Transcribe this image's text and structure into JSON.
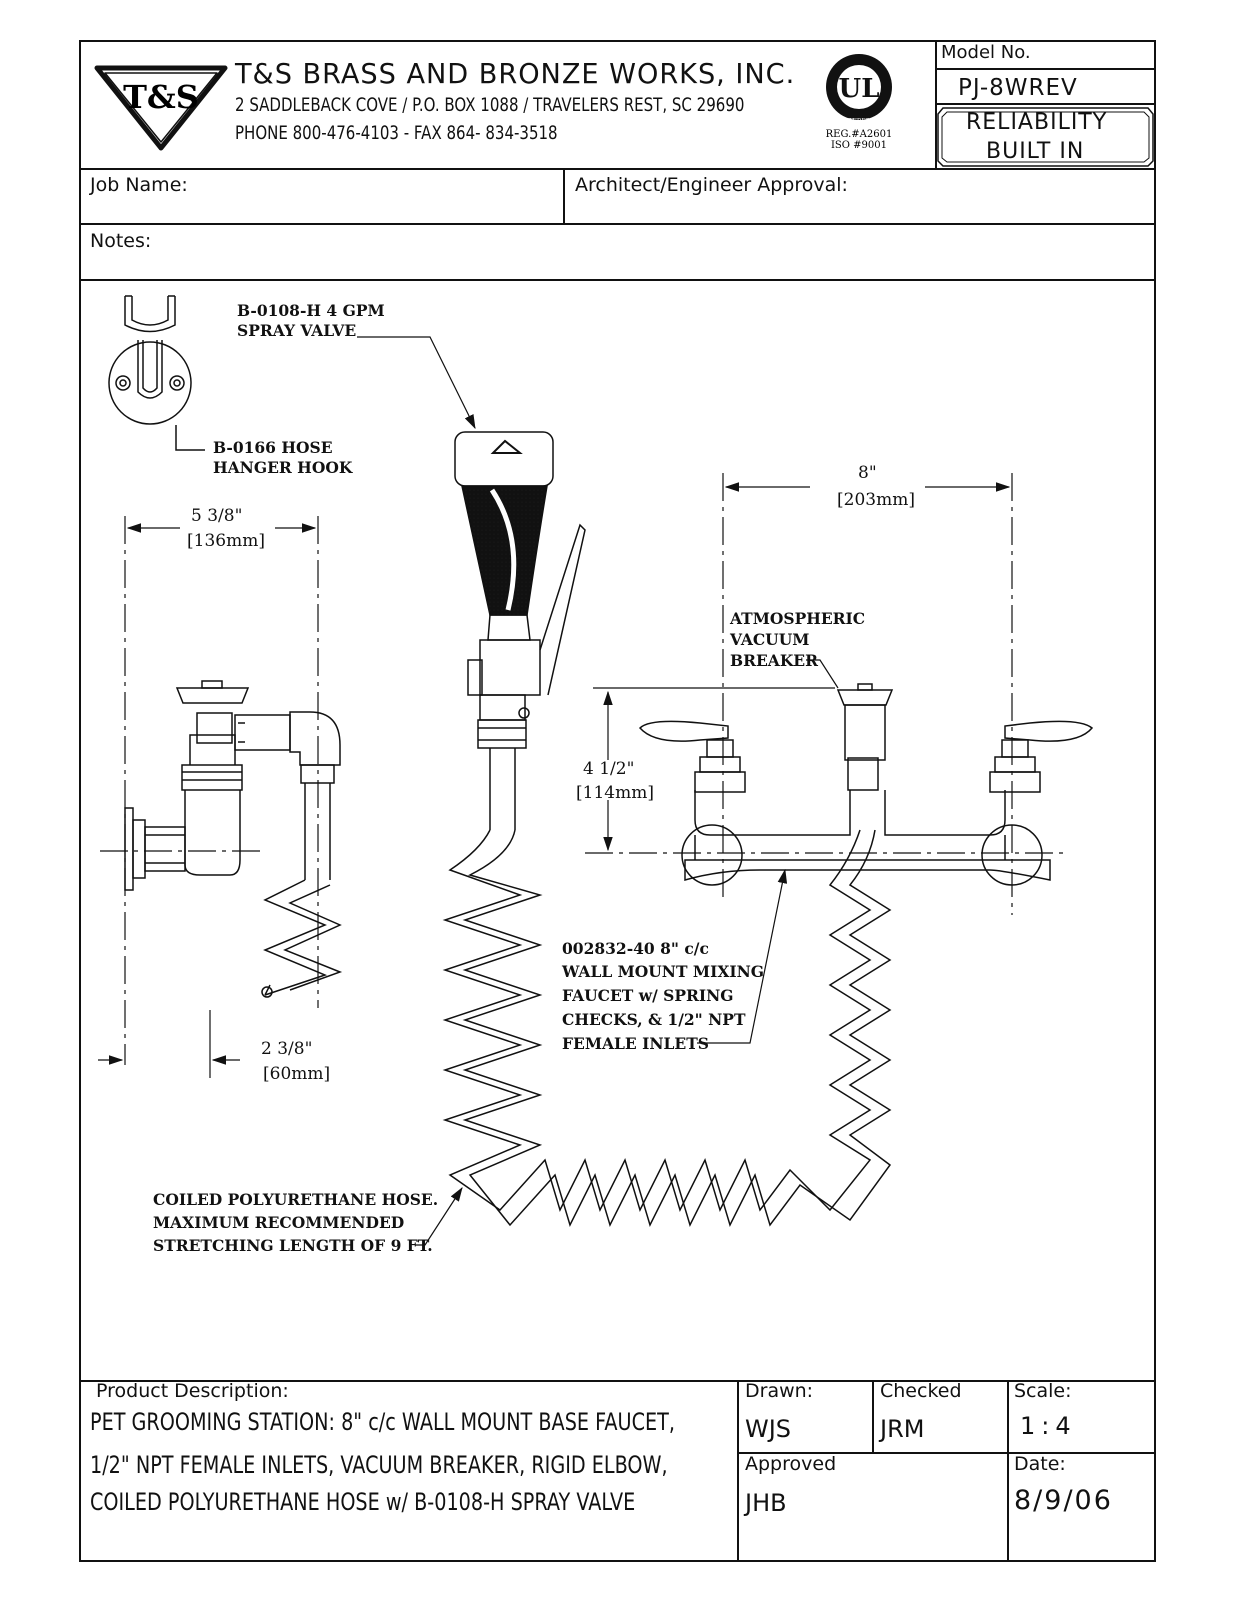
{
  "header": {
    "company": "T&S BRASS AND BRONZE WORKS, INC.",
    "address": "2 SADDLEBACK COVE / P.O. BOX 1088 / TRAVELERS REST, SC 29690",
    "phone": "PHONE 800-476-4103 - FAX 864- 834-3518",
    "logo_text": "T&S",
    "ul_mark": "UL",
    "ul_ring": "REGISTERED FIRM",
    "reg_no": "REG.#A2601",
    "iso_no": "ISO #9001",
    "model_label": "Model No.",
    "model_value": "PJ-8WREV",
    "tagline_1": "RELIABILITY",
    "tagline_2": "BUILT IN"
  },
  "fields": {
    "job_name": "Job Name:",
    "approval": "Architect/Engineer Approval:",
    "notes": "Notes:"
  },
  "drawing": {
    "spray_valve": [
      "B-0108-H 4 GPM",
      "SPRAY VALVE"
    ],
    "hose_hook": [
      "B-0166 HOSE",
      "HANGER HOOK"
    ],
    "dim_side_width": [
      "5 3/8\"",
      "[136mm]"
    ],
    "dim_side_depth": [
      "2 3/8\"",
      "[60mm]"
    ],
    "dim_centers": [
      "8\"",
      "[203mm]"
    ],
    "dim_height": [
      "4 1/2\"",
      "[114mm]"
    ],
    "vacuum_breaker": [
      "ATMOSPHERIC",
      "VACUUM",
      "BREAKER"
    ],
    "faucet": [
      "002832-40 8\" c/c",
      "WALL MOUNT MIXING",
      "FAUCET w/ SPRING",
      "CHECKS, & 1/2\" NPT",
      "FEMALE INLETS"
    ],
    "hose": [
      "COILED POLYURETHANE HOSE.",
      "MAXIMUM RECOMMENDED",
      "STRETCHING LENGTH OF 9 FT."
    ]
  },
  "title_block": {
    "description_label": "Product Description:",
    "description": [
      "PET GROOMING STATION: 8\" c/c WALL MOUNT BASE FAUCET,",
      "1/2\" NPT FEMALE INLETS, VACUUM BREAKER, RIGID ELBOW,",
      "COILED POLYURETHANE HOSE w/ B-0108-H SPRAY VALVE"
    ],
    "drawn_label": "Drawn:",
    "drawn_value": "WJS",
    "checked_label": "Checked",
    "checked_value": "JRM",
    "scale_label": "Scale:",
    "scale_value": "1:4",
    "approved_label": "Approved",
    "approved_value": "JHB",
    "date_label": "Date:",
    "date_value": "8/9/06"
  }
}
